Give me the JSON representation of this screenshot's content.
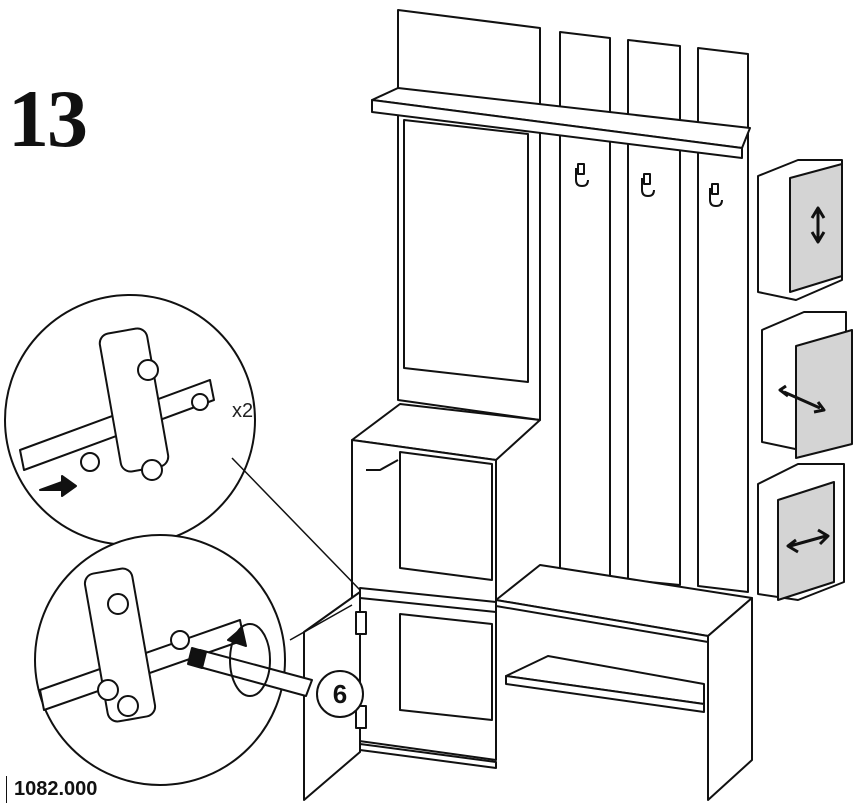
{
  "step": {
    "number": "13"
  },
  "detail": {
    "quantity_label": "x2"
  },
  "part": {
    "number": "6"
  },
  "footer": {
    "doc_code": "1082.000"
  },
  "colors": {
    "line": "#111111",
    "door_fill": "#d4d4d4",
    "background": "#ffffff"
  },
  "icons": [
    "adjust-vertical-icon",
    "adjust-depth-icon",
    "adjust-horizontal-icon",
    "screwdriver-icon",
    "rotate-arrow-icon",
    "push-arrow-icon"
  ]
}
